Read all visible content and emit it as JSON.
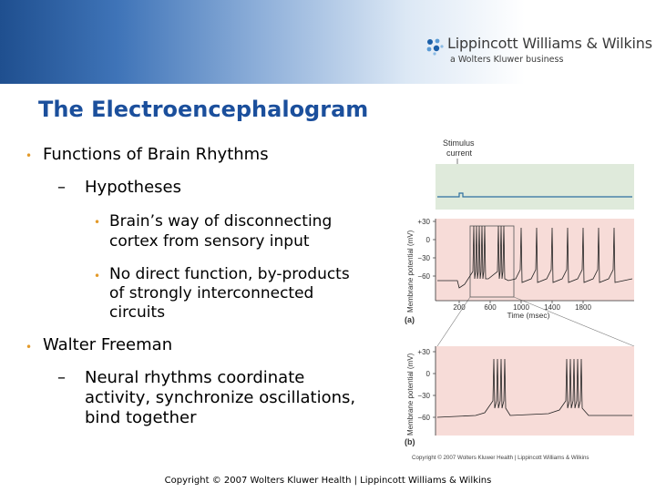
{
  "brand": {
    "name": "Lippincott Williams & Wilkins",
    "tagline": "a Wolters Kluwer business",
    "colors": {
      "band_dark": "#1f4f8f",
      "title": "#1b4f9c",
      "bullet": "#e39a2a"
    }
  },
  "slide": {
    "title": "The Electroencephalogram",
    "items": [
      {
        "level": 1,
        "text": "Functions of Brain Rhythms"
      },
      {
        "level": 2,
        "text": "Hypotheses"
      },
      {
        "level": 3,
        "lines": [
          "Brain’s way of disconnecting",
          "cortex from sensory input"
        ]
      },
      {
        "level": 3,
        "lines": [
          "No direct function, by-products",
          "of strongly interconnected",
          "circuits"
        ]
      },
      {
        "level": 1,
        "text": "Walter Freeman"
      },
      {
        "level": 2,
        "lines": [
          "Neural rhythms coordinate",
          "activity, synchronize oscillations,",
          "bind together"
        ]
      }
    ]
  },
  "figure": {
    "stimulus_label": [
      "Stimulus",
      "current"
    ],
    "panel_a": {
      "ylabel": "Membrane potential (mV)",
      "yticks": [
        "+30",
        "0",
        "−30",
        "−60"
      ],
      "xticks": [
        "200",
        "600",
        "1000",
        "1400",
        "1800"
      ],
      "xlabel": "Time (msec)",
      "label": "(a)"
    },
    "panel_b": {
      "ylabel": "Membrane potential (mV)",
      "yticks": [
        "+30",
        "0",
        "−30",
        "−60"
      ],
      "label": "(b)"
    },
    "copyright": "Copyright © 2007 Wolters Kluwer Health | Lippincott Williams & Wilkins",
    "colors": {
      "stim_bg": "#dfeadb",
      "trace_bg": "#f7dcd8",
      "stim_line": "#2f6f9f",
      "trace": "#222222"
    }
  },
  "footer": {
    "text": "Copyright © 2007 Wolters Kluwer Health | Lippincott Williams & Wilkins"
  }
}
